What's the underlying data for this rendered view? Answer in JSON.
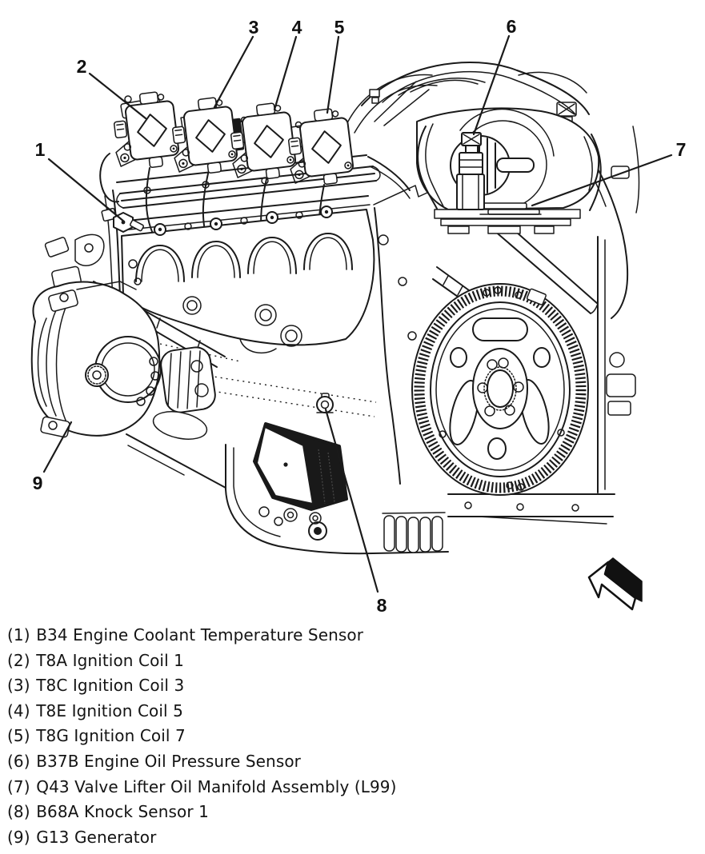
{
  "figure": {
    "background": "#ffffff",
    "ink": "#1a1a1a",
    "description": "Line-art service diagram of a V8 engine (left front view) with numbered component callouts and a direction arrow",
    "callouts": {
      "c1": "1",
      "c2": "2",
      "c3": "3",
      "c4": "4",
      "c5": "5",
      "c6": "6",
      "c7": "7",
      "c8": "8",
      "c9": "9"
    }
  },
  "legend": {
    "items": [
      {
        "marker": "(1)",
        "label": "B34 Engine Coolant Temperature Sensor"
      },
      {
        "marker": "(2)",
        "label": "T8A Ignition Coil 1"
      },
      {
        "marker": "(3)",
        "label": "T8C Ignition Coil 3"
      },
      {
        "marker": "(4)",
        "label": "T8E Ignition Coil 5"
      },
      {
        "marker": "(5)",
        "label": "T8G Ignition Coil 7"
      },
      {
        "marker": "(6)",
        "label": "B37B Engine Oil Pressure Sensor"
      },
      {
        "marker": "(7)",
        "label": "Q43 Valve Lifter Oil Manifold Assembly (L99)"
      },
      {
        "marker": "(8)",
        "label": "B68A Knock Sensor 1"
      },
      {
        "marker": "(9)",
        "label": "G13 Generator"
      }
    ]
  }
}
